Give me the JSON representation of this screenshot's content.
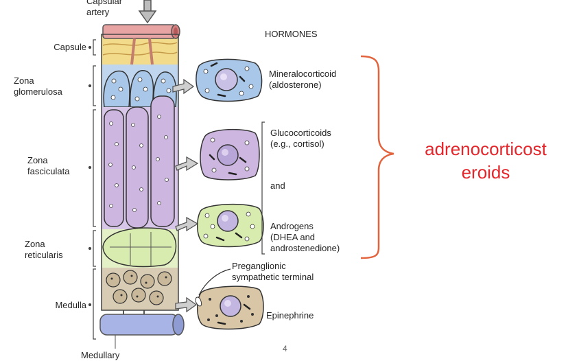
{
  "labels": {
    "capsular_artery": "Capsular\nartery",
    "capsule": "Capsule",
    "zona_glomerulosa": "Zona\nglomerulosa",
    "zona_fasciculata": "Zona\nfasciculata",
    "zona_reticularis": "Zona\nreticularis",
    "medulla": "Medulla",
    "medullary": "Medullary"
  },
  "hormones": {
    "header": "HORMONES",
    "mineralocorticoid": "Mineralocorticoid\n(aldosterone)",
    "glucocorticoids": "Glucocorticoids\n(e.g., cortisol)",
    "and": "and",
    "androgens": "Androgens\n(DHEA and\nandrostenedione)",
    "preganglionic": "Preganglionic\nsympathetic terminal",
    "epinephrine": "Epinephrine"
  },
  "annotation": {
    "text": "adrenocorticost\neroids",
    "color": "#e3262b"
  },
  "page_number": "4",
  "colors": {
    "capsule": "#f2dc8c",
    "glomerulosa": "#a9c7e8",
    "fasciculata": "#cdb6e0",
    "reticularis": "#d9ecb0",
    "medulla": "#c9b89a",
    "artery": "#e8a3a3",
    "vein": "#a8b4e6"
  }
}
